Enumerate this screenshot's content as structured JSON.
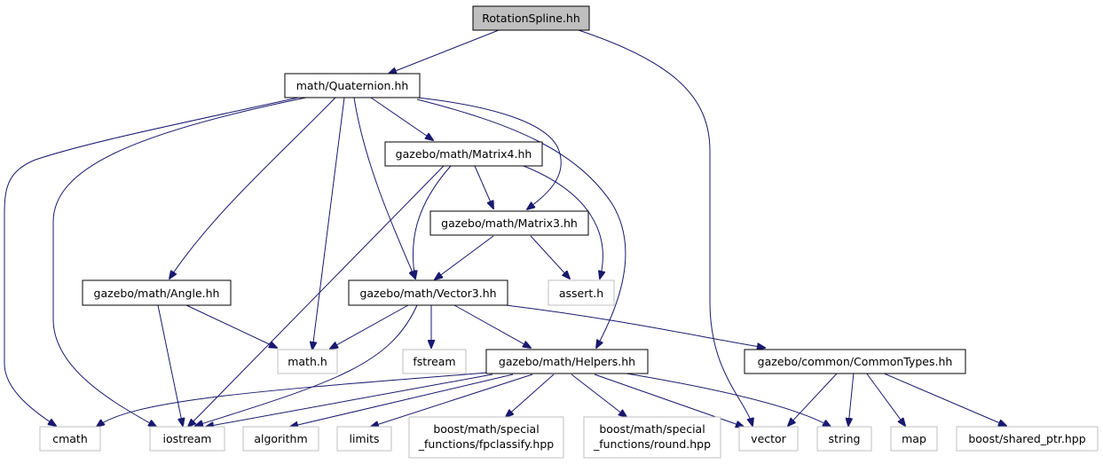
{
  "colors": {
    "edge": "#191970",
    "current_node_fill": "#bfbfbf",
    "external_node_border": "#bfbfbf",
    "node_border": "#000000"
  },
  "nodes": {
    "rotation_spline": {
      "lines": [
        "RotationSpline.hh"
      ]
    },
    "quaternion": {
      "lines": [
        "math/Quaternion.hh"
      ]
    },
    "matrix4": {
      "lines": [
        "gazebo/math/Matrix4.hh"
      ]
    },
    "matrix3": {
      "lines": [
        "gazebo/math/Matrix3.hh"
      ]
    },
    "angle": {
      "lines": [
        "gazebo/math/Angle.hh"
      ]
    },
    "vector3": {
      "lines": [
        "gazebo/math/Vector3.hh"
      ]
    },
    "helpers": {
      "lines": [
        "gazebo/math/Helpers.hh"
      ]
    },
    "common_types": {
      "lines": [
        "gazebo/common/CommonTypes.hh"
      ]
    },
    "assert_h": {
      "lines": [
        "assert.h"
      ]
    },
    "math_h": {
      "lines": [
        "math.h"
      ]
    },
    "fstream": {
      "lines": [
        "fstream"
      ]
    },
    "cmath": {
      "lines": [
        "cmath"
      ]
    },
    "iostream": {
      "lines": [
        "iostream"
      ]
    },
    "algorithm": {
      "lines": [
        "algorithm"
      ]
    },
    "limits": {
      "lines": [
        "limits"
      ]
    },
    "fpclassify": {
      "lines": [
        "boost/math/special",
        "_functions/fpclassify.hpp"
      ]
    },
    "round": {
      "lines": [
        "boost/math/special",
        "_functions/round.hpp"
      ]
    },
    "vector": {
      "lines": [
        "vector"
      ]
    },
    "string": {
      "lines": [
        "string"
      ]
    },
    "map": {
      "lines": [
        "map"
      ]
    },
    "shared_ptr": {
      "lines": [
        "boost/shared_ptr.hpp"
      ]
    }
  }
}
